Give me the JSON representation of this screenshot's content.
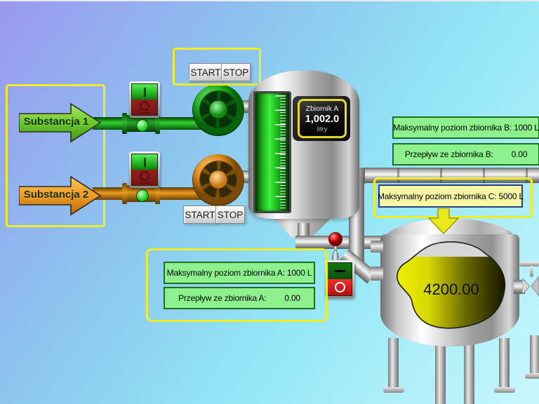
{
  "substances": {
    "s1": "Substancja 1",
    "s2": "Substancja 2"
  },
  "controls": {
    "pump1": {
      "start": "START",
      "stop": "STOP"
    },
    "pump2": {
      "start": "START",
      "stop": "STOP"
    }
  },
  "tank_a_display": {
    "name": "Zbiornik A",
    "value": "1,002.0",
    "unit": "litry"
  },
  "tank_c": {
    "value": "4200.00"
  },
  "info_boxes": {
    "max_b": "Maksymalny poziom zbiornika B: 1000 L",
    "flow_b_label": "Przepływ ze zbiornika B:",
    "flow_b_value": "0.00",
    "max_c": "Maksymalny poziom zbiornika C: 5000 L",
    "max_a": "Maksymalny poziom zbiornika A: 1000 L",
    "flow_a_label": "Przepływ ze zbiornika A:",
    "flow_a_value": "0.00"
  },
  "switch_glyphs": {
    "on": "I",
    "off": "O"
  },
  "colors": {
    "highlight_yellow": "#eded29",
    "info_green": "#8df28d",
    "info_yellow": "#f6f6a6",
    "pipe_green": "#2fd52f",
    "pipe_orange": "#f09a1e",
    "tank_level_green": "#3bf03b",
    "tank_c_fill_yellow": "#e8e800",
    "valve_red": "#cc1111"
  }
}
